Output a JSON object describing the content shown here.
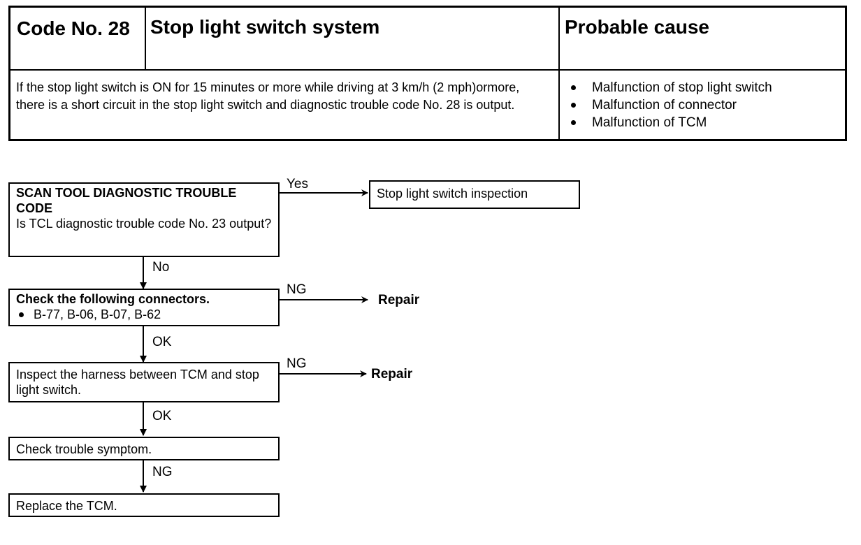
{
  "table": {
    "code_header": "Code No. 28",
    "system_header": "Stop light switch system",
    "cause_header": "Probable cause",
    "description": "If the stop light switch is ON for 15 minutes or more while driving at 3 km/h (2 mph)ormore, there is a short circuit in the stop light switch and diagnostic trouble code No. 28 is output.",
    "causes": [
      "Malfunction of stop light switch",
      "Malfunction of connector",
      "Malfunction of TCM"
    ]
  },
  "flow": {
    "step1_title": "SCAN TOOL DIAGNOSTIC TROUBLE CODE",
    "step1_question": "Is TCL diagnostic trouble code No. 23 output?",
    "step1_yes_label": "Yes",
    "step1_yes_target": "Stop light switch inspection",
    "step1_no_label": "No",
    "step2_title": "Check the following connectors.",
    "step2_items": "B-77, B-06, B-07, B-62",
    "step2_ng_label": "NG",
    "step2_ng_target": "Repair",
    "step2_ok_label": "OK",
    "step3_text": "Inspect the harness between TCM and stop light switch.",
    "step3_ng_label": "NG",
    "step3_ng_target": "Repair",
    "step3_ok_label": "OK",
    "step4_text": "Check trouble symptom.",
    "step4_ng_label": "NG",
    "step5_text": "Replace the TCM."
  }
}
